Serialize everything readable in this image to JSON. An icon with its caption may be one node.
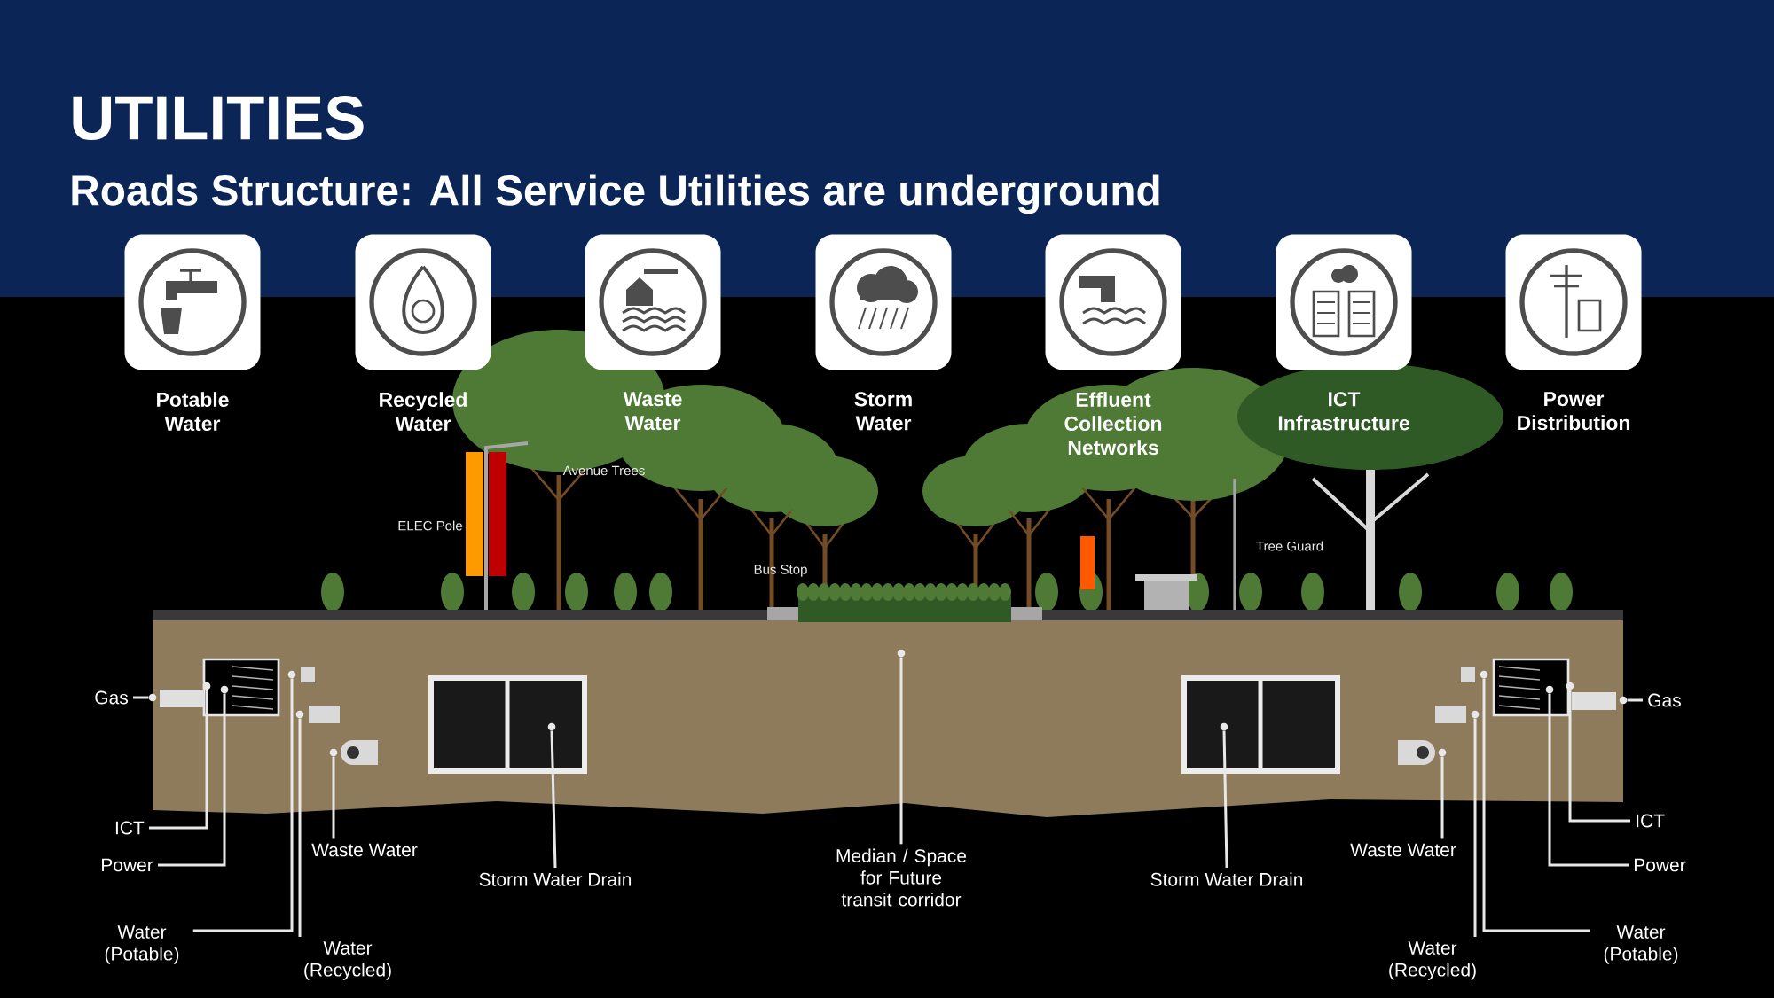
{
  "diagram": {
    "title": "UTILITIES",
    "nodes": [
      {
        "text": [
          "Potable Water"
        ]
      },
      {
        "text": [
          "Recycled Water"
        ]
      },
      {
        "text": [
          "Waste Water"
        ]
      },
      {
        "text": [
          "Storm Water"
        ]
      },
      {
        "text": [
          "Effluent Collection Networks"
        ]
      },
      {
        "text": [
          "ICT Infrastructure"
        ]
      },
      {
        "text": [
          "Power Distribution"
        ]
      },
      {
        "text": [
          "Gas"
        ]
      },
      {
        "text": [
          "ICT"
        ]
      },
      {
        "text": [
          "Power"
        ]
      },
      {
        "text": [
          "Water (Potable)"
        ]
      },
      {
        "text": [
          "Water (Recycled)"
        ]
      },
      {
        "text": [
          "Waste Water"
        ]
      },
      {
        "text": [
          "Storm Water Drain"
        ]
      },
      {
        "text": [
          "Median / Space for Future transit corridor"
        ]
      },
      {
        "text": [
          "Gas"
        ]
      },
      {
        "text": [
          "ICT"
        ]
      },
      {
        "text": [
          "Power"
        ]
      },
      {
        "text": [
          "Water (Potable)"
        ]
      },
      {
        "text": [
          "Water (Recycled)"
        ]
      },
      {
        "text": [
          "Waste Water"
        ]
      },
      {
        "text": [
          "Storm Water Drain"
        ]
      },
      {
        "text": [],
        "shape": "circle"
      },
      {
        "text": [],
        "shape": "circle"
      },
      {
        "text": [],
        "shape": "circle"
      },
      {
        "text": [],
        "shape": "circle"
      },
      {
        "text": [],
        "shape": "circle"
      },
      {
        "text": [],
        "shape": "circle"
      },
      {
        "text": [],
        "shape": "circle"
      },
      {
        "text": [],
        "shape": "circle"
      },
      {
        "text": [],
        "shape": "circle"
      },
      {
        "text": [],
        "shape": "circle"
      },
      {
        "text": [],
        "shape": "circle"
      },
      {
        "text": [],
        "shape": "circle"
      },
      {
        "text": [],
        "shape": "circle"
      },
      {
        "text": [],
        "shape": "circle"
      },
      {
        "text": [],
        "shape": "circle"
      }
    ],
    "edges": [
      {
        "from": 7,
        "to": 22,
        "arrow": "none"
      },
      {
        "from": 8,
        "to": 23,
        "arrow": "none"
      },
      {
        "from": 9,
        "to": 24,
        "arrow": "none"
      },
      {
        "from": 10,
        "to": 25,
        "arrow": "none"
      },
      {
        "from": 11,
        "to": 26,
        "arrow": "none"
      },
      {
        "from": 12,
        "to": 27,
        "arrow": "none"
      },
      {
        "from": 13,
        "to": 28,
        "arrow": "none"
      },
      {
        "from": 14,
        "to": 29,
        "arrow": "none"
      },
      {
        "from": 15,
        "to": 30,
        "arrow": "none"
      },
      {
        "from": 16,
        "to": 31,
        "arrow": "none"
      },
      {
        "from": 17,
        "to": 32,
        "arrow": "none"
      },
      {
        "from": 18,
        "to": 33,
        "arrow": "none"
      },
      {
        "from": 19,
        "to": 34,
        "arrow": "none"
      },
      {
        "from": 20,
        "to": 35,
        "arrow": "none"
      },
      {
        "from": 21,
        "to": 36,
        "arrow": "none"
      }
    ],
    "labels": [
      "Roads Structure: All Service Utilities are underground",
      "Avenue Trees",
      "ELEC Pole",
      "Bus Stop",
      "Tree Guard"
    ]
  }
}
